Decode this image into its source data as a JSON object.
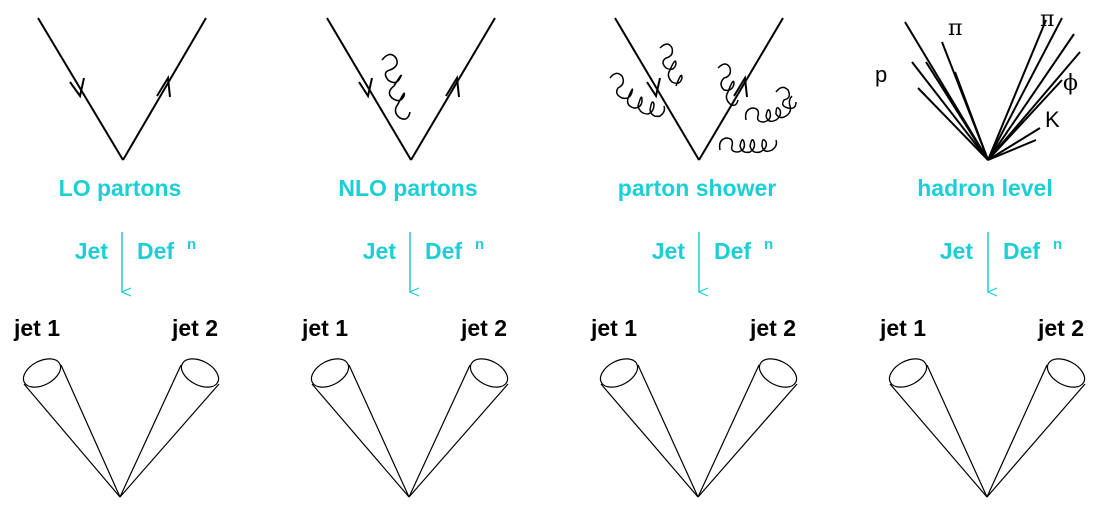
{
  "accent_color": "#1ccfd6",
  "stages": [
    {
      "title": "LO partons",
      "jet_word": "Jet",
      "def_word": "Def",
      "def_sup": "n",
      "jet_left": "jet 1",
      "jet_right": "jet 2"
    },
    {
      "title": "NLO partons",
      "jet_word": "Jet",
      "def_word": "Def",
      "def_sup": "n",
      "jet_left": "jet 1",
      "jet_right": "jet 2"
    },
    {
      "title": "parton shower",
      "jet_word": "Jet",
      "def_word": "Def",
      "def_sup": "n",
      "jet_left": "jet 1",
      "jet_right": "jet 2"
    },
    {
      "title": "hadron level",
      "jet_word": "Jet",
      "def_word": "Def",
      "def_sup": "n",
      "jet_left": "jet 1",
      "jet_right": "jet 2"
    }
  ],
  "hadron_labels": {
    "p": "p",
    "pi_left": "π",
    "pi_right": "π",
    "phi": "ϕ",
    "k": "K"
  }
}
